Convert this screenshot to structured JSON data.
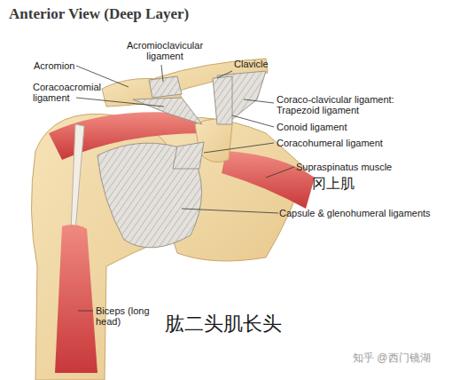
{
  "diagram": {
    "title": "Anterior View (Deep Layer)",
    "labels": [
      "Acromioclavicular ligament",
      "Clavicle",
      "Acromion",
      "Coracoacromial ligament",
      "Coraco-clavicular ligament: Trapezoid ligament",
      "Conoid ligament",
      "Coracohumeral ligament",
      "Supraspinatus muscle",
      "冈上肌",
      "Capsule & glenohumeral ligaments",
      "Biceps (long head)",
      "肱二头肌长头",
      "知乎 @西门镜湖"
    ]
  }
}
